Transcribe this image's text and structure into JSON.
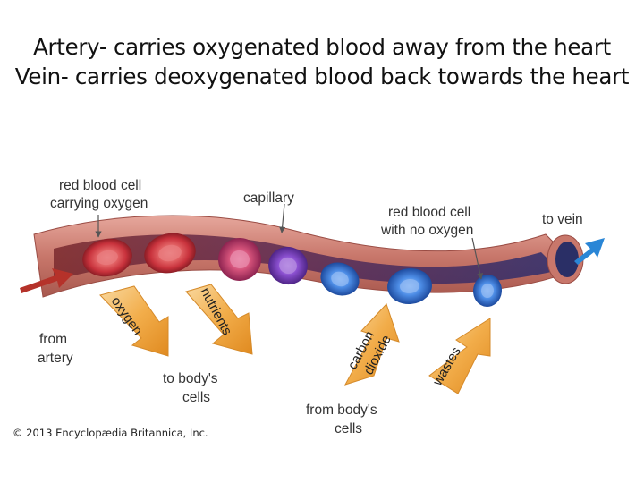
{
  "slide": {
    "title_line_1": "Artery- carries oxygenated blood away from the heart",
    "title_line_2": "Vein- carries deoxygenated blood back towards the heart"
  },
  "diagram": {
    "labels": {
      "rbc_oxygen_line_1": "red blood cell",
      "rbc_oxygen_line_2": "carrying oxygen",
      "capillary": "capillary",
      "rbc_no_oxygen_line_1": "red blood cell",
      "rbc_no_oxygen_line_2": "with no oxygen",
      "to_vein": "to vein",
      "from_artery_line_1": "from",
      "from_artery_line_2": "artery",
      "to_body_cells_line_1": "to body's",
      "to_body_cells_line_2": "cells",
      "from_body_cells_line_1": "from body's",
      "from_body_cells_line_2": "cells"
    },
    "arrows": {
      "oxygen": "oxygen",
      "nutrients": "nutrients",
      "carbon_dioxide_line_1": "carbon",
      "carbon_dioxide_line_2": "dioxide",
      "wastes": "wastes"
    },
    "copyright": "© 2013 Encyclopædia Britannica, Inc.",
    "colors": {
      "vessel_wall": "#c97d72",
      "oxygenated_cell": "#d8434b",
      "deoxygenated_cell": "#3f7fd6",
      "inflow_arrow": "#b5322a",
      "outflow_arrow": "#2a86d6",
      "exchange_arrow": "#f0a93b"
    }
  }
}
